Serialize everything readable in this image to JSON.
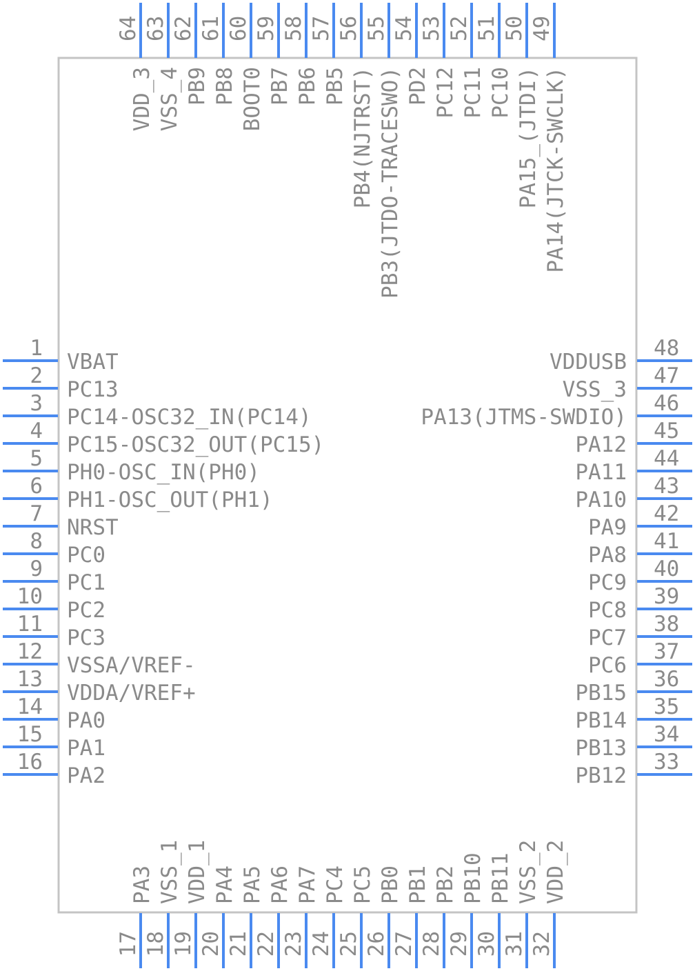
{
  "colors": {
    "pin": "#4a8af0",
    "body_outline": "#c4c4c4",
    "text": "#8a8a8a",
    "background": "#ffffff"
  },
  "left_pins": [
    {
      "num": "1",
      "name": "VBAT"
    },
    {
      "num": "2",
      "name": "PC13"
    },
    {
      "num": "3",
      "name": "PC14-OSC32_IN(PC14)"
    },
    {
      "num": "4",
      "name": "PC15-OSC32_OUT(PC15)"
    },
    {
      "num": "5",
      "name": "PH0-OSC_IN(PH0)"
    },
    {
      "num": "6",
      "name": "PH1-OSC_OUT(PH1)"
    },
    {
      "num": "7",
      "name": "NRST"
    },
    {
      "num": "8",
      "name": "PC0"
    },
    {
      "num": "9",
      "name": "PC1"
    },
    {
      "num": "10",
      "name": "PC2"
    },
    {
      "num": "11",
      "name": "PC3"
    },
    {
      "num": "12",
      "name": "VSSA/VREF-"
    },
    {
      "num": "13",
      "name": "VDDA/VREF+"
    },
    {
      "num": "14",
      "name": "PA0"
    },
    {
      "num": "15",
      "name": "PA1"
    },
    {
      "num": "16",
      "name": "PA2"
    }
  ],
  "bottom_pins": [
    {
      "num": "17",
      "name": "PA3"
    },
    {
      "num": "18",
      "name": "VSS_1"
    },
    {
      "num": "19",
      "name": "VDD_1"
    },
    {
      "num": "20",
      "name": "PA4"
    },
    {
      "num": "21",
      "name": "PA5"
    },
    {
      "num": "22",
      "name": "PA6"
    },
    {
      "num": "23",
      "name": "PA7"
    },
    {
      "num": "24",
      "name": "PC4"
    },
    {
      "num": "25",
      "name": "PC5"
    },
    {
      "num": "26",
      "name": "PB0"
    },
    {
      "num": "27",
      "name": "PB1"
    },
    {
      "num": "28",
      "name": "PB2"
    },
    {
      "num": "29",
      "name": "PB10"
    },
    {
      "num": "30",
      "name": "PB11"
    },
    {
      "num": "31",
      "name": "VSS_2"
    },
    {
      "num": "32",
      "name": "VDD_2"
    }
  ],
  "right_pins": [
    {
      "num": "33",
      "name": "PB12"
    },
    {
      "num": "34",
      "name": "PB13"
    },
    {
      "num": "35",
      "name": "PB14"
    },
    {
      "num": "36",
      "name": "PB15"
    },
    {
      "num": "37",
      "name": "PC6"
    },
    {
      "num": "38",
      "name": "PC7"
    },
    {
      "num": "39",
      "name": "PC8"
    },
    {
      "num": "40",
      "name": "PC9"
    },
    {
      "num": "41",
      "name": "PA8"
    },
    {
      "num": "42",
      "name": "PA9"
    },
    {
      "num": "43",
      "name": "PA10"
    },
    {
      "num": "44",
      "name": "PA11"
    },
    {
      "num": "45",
      "name": "PA12"
    },
    {
      "num": "46",
      "name": "PA13(JTMS-SWDIO)"
    },
    {
      "num": "47",
      "name": "VSS_3"
    },
    {
      "num": "48",
      "name": "VDDUSB"
    }
  ],
  "top_pins": [
    {
      "num": "49",
      "name": "PA14(JTCK-SWCLK)"
    },
    {
      "num": "50",
      "name": "PA15_(JTDI)"
    },
    {
      "num": "51",
      "name": "PC10"
    },
    {
      "num": "52",
      "name": "PC11"
    },
    {
      "num": "53",
      "name": "PC12"
    },
    {
      "num": "54",
      "name": "PD2"
    },
    {
      "num": "55",
      "name": "PB3(JTDO-TRACESWO)"
    },
    {
      "num": "56",
      "name": "PB4(NJTRST)"
    },
    {
      "num": "57",
      "name": "PB5"
    },
    {
      "num": "58",
      "name": "PB6"
    },
    {
      "num": "59",
      "name": "PB7"
    },
    {
      "num": "60",
      "name": "BOOT0"
    },
    {
      "num": "61",
      "name": "PB8"
    },
    {
      "num": "62",
      "name": "PB9"
    },
    {
      "num": "63",
      "name": "VSS_4"
    },
    {
      "num": "64",
      "name": "VDD_3"
    }
  ]
}
